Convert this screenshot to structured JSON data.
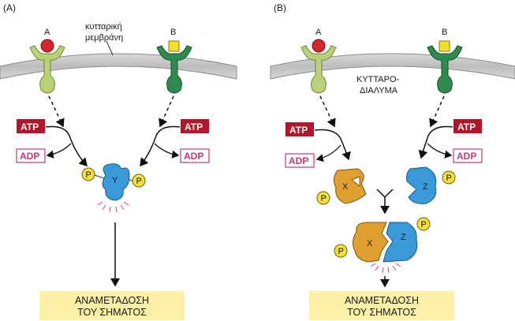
{
  "panel_a": {
    "label": "(A)",
    "membrane_label_line1": "κυτταρική",
    "membrane_label_line2": "μεμβράνη",
    "receptor_left_ligand": "A",
    "receptor_right_ligand": "B",
    "atp_left": "ATP",
    "adp_left": "ADP",
    "atp_right": "ATP",
    "adp_right": "ADP",
    "protein_label": "Y",
    "phosphate_left": "P",
    "phosphate_right": "P",
    "output_line1": "ΑΝΑΜΕΤΑΔΟΣΗ",
    "output_line2": "ΤΟΥ ΣΗΜΑΤΟΣ"
  },
  "panel_b": {
    "label": "(B)",
    "cytoplasm_line1": "ΚΥΤΤΑΡΟ-",
    "cytoplasm_line2": "ΔΙΑΛΥΜΑ",
    "receptor_left_ligand": "A",
    "receptor_right_ligand": "B",
    "atp_left": "ATP",
    "adp_left": "ADP",
    "atp_right": "ATP",
    "adp_right": "ADP",
    "protein_x": "X",
    "protein_z": "Z",
    "phosphate_x": "P",
    "phosphate_z": "P",
    "complex_x": "X",
    "complex_z": "Z",
    "complex_phosphate_left": "P",
    "complex_phosphate_right": "P",
    "output_line1": "ΑΝΑΜΕΤΑΔΟΣΗ",
    "output_line2": "ΤΟΥ ΣΗΜΑΤΟΣ"
  },
  "colors": {
    "membrane": "#a9a9a9",
    "receptor_a": "#b9d27a",
    "receptor_b": "#2e8a4f",
    "ligand_a": "#d4262e",
    "ligand_b": "#f3e02a",
    "atp_box": "#b3162a",
    "adp_border": "#c0397a",
    "protein_y": "#3a9ad9",
    "protein_x": "#e0a030",
    "phosphate": "#f6e23a",
    "output_box": "#fbf0a6"
  }
}
